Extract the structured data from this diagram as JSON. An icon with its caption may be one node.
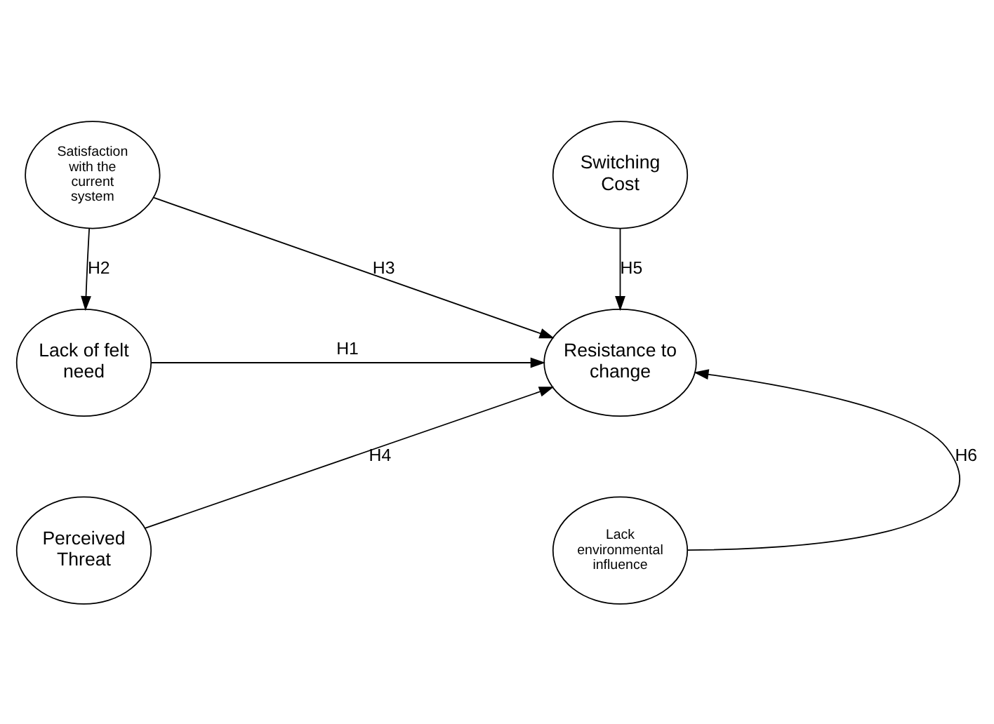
{
  "diagram": {
    "nodes": [
      {
        "text": [
          "Satisfaction with the current system"
        ]
      },
      {
        "text": [
          "Switching Cost"
        ]
      },
      {
        "text": [
          "Lack of felt need"
        ]
      },
      {
        "text": [
          "Resistance to change"
        ]
      },
      {
        "text": [
          "Perceived Threat"
        ]
      },
      {
        "text": [
          "Lack environmental influence"
        ]
      }
    ],
    "edges": [
      {
        "from": 0,
        "to": 2,
        "arrow": "to",
        "label": "H2"
      },
      {
        "from": 0,
        "to": 3,
        "arrow": "to",
        "label": "H3"
      },
      {
        "from": 2,
        "to": 3,
        "arrow": "to",
        "label": "H1"
      },
      {
        "from": 1,
        "to": 3,
        "arrow": "to",
        "label": "H5"
      },
      {
        "from": 4,
        "to": 3,
        "arrow": "to",
        "label": "H4"
      },
      {
        "from": 5,
        "to": 3,
        "arrow": "to",
        "label": "H6"
      }
    ]
  }
}
